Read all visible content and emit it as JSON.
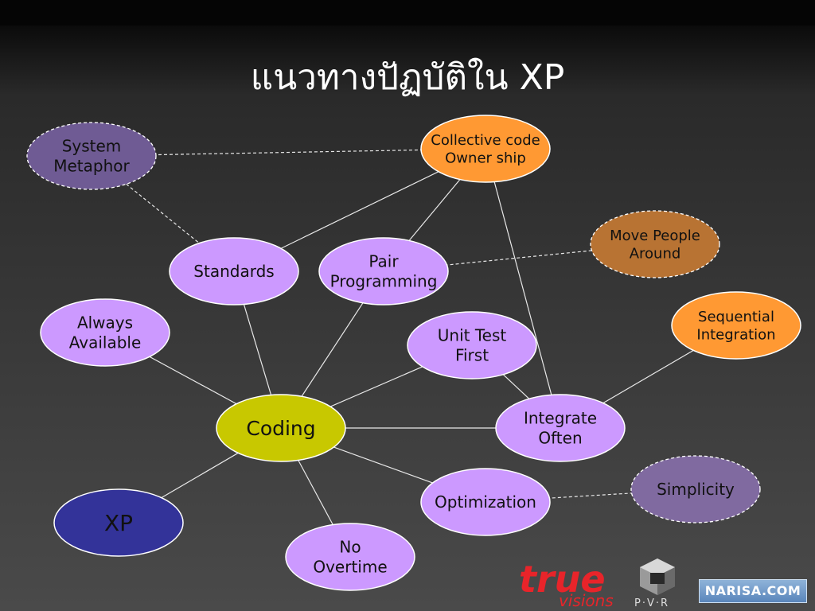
{
  "title": "แนวทางปัฏบัติใน XP",
  "nodes": [
    {
      "id": "system-metaphor",
      "lines": [
        "System",
        "Metaphor"
      ],
      "fill": "#6f5b94",
      "style": "dashed"
    },
    {
      "id": "collective-code",
      "lines": [
        "Collective code",
        "Owner ship"
      ],
      "fill": "#ff9933",
      "style": "solid"
    },
    {
      "id": "standards",
      "lines": [
        "Standards"
      ],
      "fill": "#cc99ff",
      "style": "solid"
    },
    {
      "id": "pair-programming",
      "lines": [
        "Pair",
        "Programming"
      ],
      "fill": "#cc99ff",
      "style": "solid"
    },
    {
      "id": "move-people",
      "lines": [
        "Move People",
        "Around"
      ],
      "fill": "#b87333",
      "style": "dashed"
    },
    {
      "id": "always-available",
      "lines": [
        "Always",
        "Available"
      ],
      "fill": "#cc99ff",
      "style": "solid"
    },
    {
      "id": "unit-test",
      "lines": [
        "Unit Test",
        "First"
      ],
      "fill": "#cc99ff",
      "style": "solid"
    },
    {
      "id": "sequential",
      "lines": [
        "Sequential",
        "Integration"
      ],
      "fill": "#ff9933",
      "style": "solid"
    },
    {
      "id": "coding",
      "lines": [
        "Coding"
      ],
      "fill": "#c8c800",
      "style": "solid"
    },
    {
      "id": "integrate",
      "lines": [
        "Integrate",
        "Often"
      ],
      "fill": "#cc99ff",
      "style": "solid"
    },
    {
      "id": "simplicity",
      "lines": [
        "Simplicity"
      ],
      "fill": "#806aa0",
      "style": "dashed"
    },
    {
      "id": "xp",
      "lines": [
        "XP"
      ],
      "fill": "#333399",
      "style": "solid"
    },
    {
      "id": "optimization",
      "lines": [
        "Optimization"
      ],
      "fill": "#cc99ff",
      "style": "solid"
    },
    {
      "id": "no-overtime",
      "lines": [
        "No",
        "Overtime"
      ],
      "fill": "#cc99ff",
      "style": "solid"
    }
  ],
  "edges": [
    {
      "from": "coding",
      "to": "standards",
      "style": "solid"
    },
    {
      "from": "coding",
      "to": "pair-programming",
      "style": "solid"
    },
    {
      "from": "coding",
      "to": "always-available",
      "style": "solid"
    },
    {
      "from": "coding",
      "to": "unit-test",
      "style": "solid"
    },
    {
      "from": "coding",
      "to": "integrate",
      "style": "solid"
    },
    {
      "from": "coding",
      "to": "optimization",
      "style": "solid"
    },
    {
      "from": "coding",
      "to": "no-overtime",
      "style": "solid"
    },
    {
      "from": "coding",
      "to": "xp",
      "style": "solid"
    },
    {
      "from": "standards",
      "to": "collective-code",
      "style": "solid"
    },
    {
      "from": "pair-programming",
      "to": "collective-code",
      "style": "solid"
    },
    {
      "from": "collective-code",
      "to": "integrate",
      "style": "solid"
    },
    {
      "from": "unit-test",
      "to": "integrate",
      "style": "solid"
    },
    {
      "from": "integrate",
      "to": "sequential",
      "style": "solid"
    },
    {
      "from": "system-metaphor",
      "to": "collective-code",
      "style": "dashed"
    },
    {
      "from": "system-metaphor",
      "to": "standards",
      "style": "dashed"
    },
    {
      "from": "pair-programming",
      "to": "move-people",
      "style": "dashed"
    },
    {
      "from": "optimization",
      "to": "simplicity",
      "style": "dashed"
    }
  ],
  "logos": {
    "true_word": "true",
    "visions_word": "visions",
    "pvr_word": "P·V·R",
    "narisa_word": "NARISA.COM",
    "true_color": "#e8242a"
  }
}
